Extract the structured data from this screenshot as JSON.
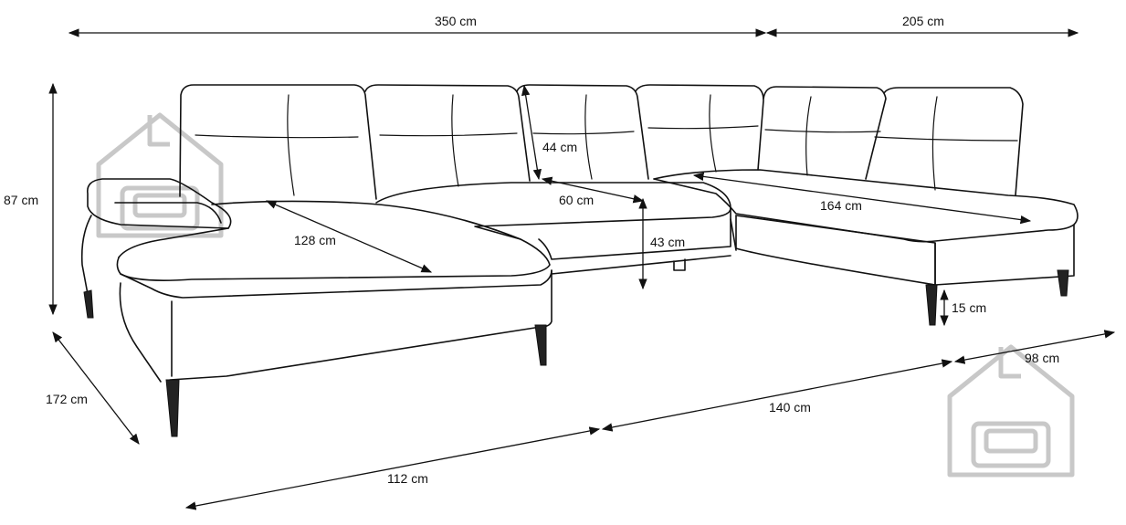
{
  "dimensions": {
    "width_total": "350 cm",
    "width_right": "205 cm",
    "height_total": "87 cm",
    "depth_left": "172 cm",
    "chaise_length": "128 cm",
    "backrest_height": "44 cm",
    "seat_depth": "60 cm",
    "seat_height": "43 cm",
    "right_chaise_length": "164 cm",
    "leg_height": "15 cm",
    "base_left": "112 cm",
    "base_middle": "140 cm",
    "base_right": "98 cm"
  },
  "colors": {
    "line": "#111111",
    "logo": "#c8c8c8",
    "background": "#ffffff"
  },
  "icons": [
    "house-sofa-logo-icon",
    "house-sofa-logo-icon"
  ]
}
